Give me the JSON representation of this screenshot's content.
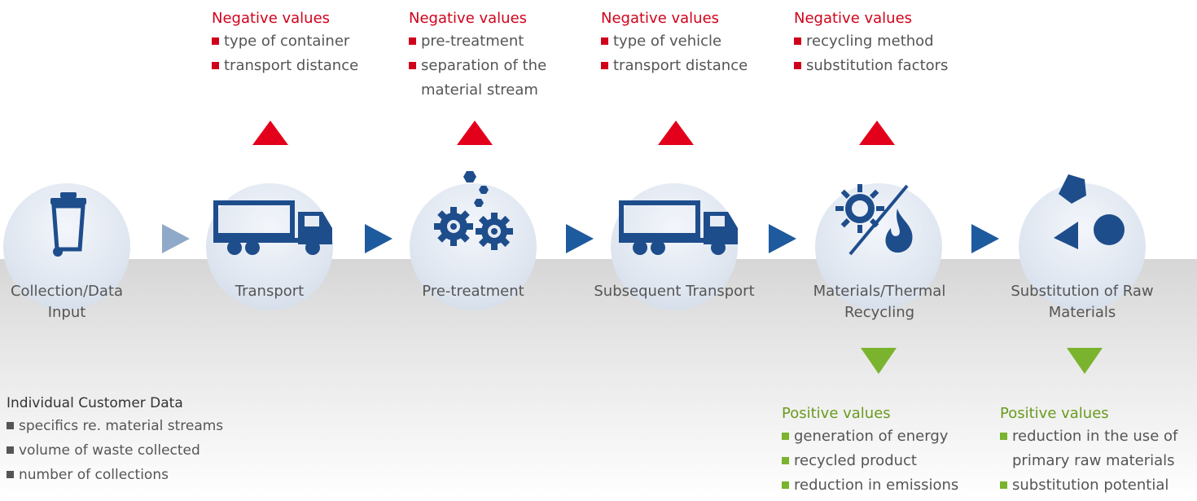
{
  "colors": {
    "negative": "#d0021b",
    "positive": "#6a9b1e",
    "icon": "#1e4d8c",
    "arrow": "#1e5a9e"
  },
  "steps": [
    {
      "label": "Collection/Data\nInput",
      "icon": "bin-icon"
    },
    {
      "label": "Transport",
      "icon": "truck-icon"
    },
    {
      "label": "Pre-treatment",
      "icon": "gears-icon"
    },
    {
      "label": "Subsequent Transport",
      "icon": "truck-icon"
    },
    {
      "label": "Materials/Thermal\nRecycling",
      "icon": "recycling-icon"
    },
    {
      "label": "Substitution of Raw\nMaterials",
      "icon": "shapes-icon"
    }
  ],
  "negative": [
    {
      "title": "Negative values",
      "items": [
        "type of container",
        "transport distance"
      ]
    },
    {
      "title": "Negative values",
      "items": [
        "pre-treatment",
        "separation of the",
        "material stream"
      ]
    },
    {
      "title": "Negative values",
      "items": [
        "type of vehicle",
        "transport distance"
      ]
    },
    {
      "title": "Negative values",
      "items": [
        "recycling method",
        "substitution factors"
      ]
    }
  ],
  "positive": [
    {
      "title": "Positive values",
      "items": [
        "generation of energy",
        "recycled product",
        "reduction in emissions"
      ]
    },
    {
      "title": "Positive values",
      "items": [
        "reduction in the use of",
        "primary raw materials",
        "substitution potential"
      ]
    }
  ],
  "customer": {
    "title": "Individual Customer Data",
    "items": [
      "specifics re. material streams",
      "volume of waste collected",
      "number of collections"
    ]
  }
}
